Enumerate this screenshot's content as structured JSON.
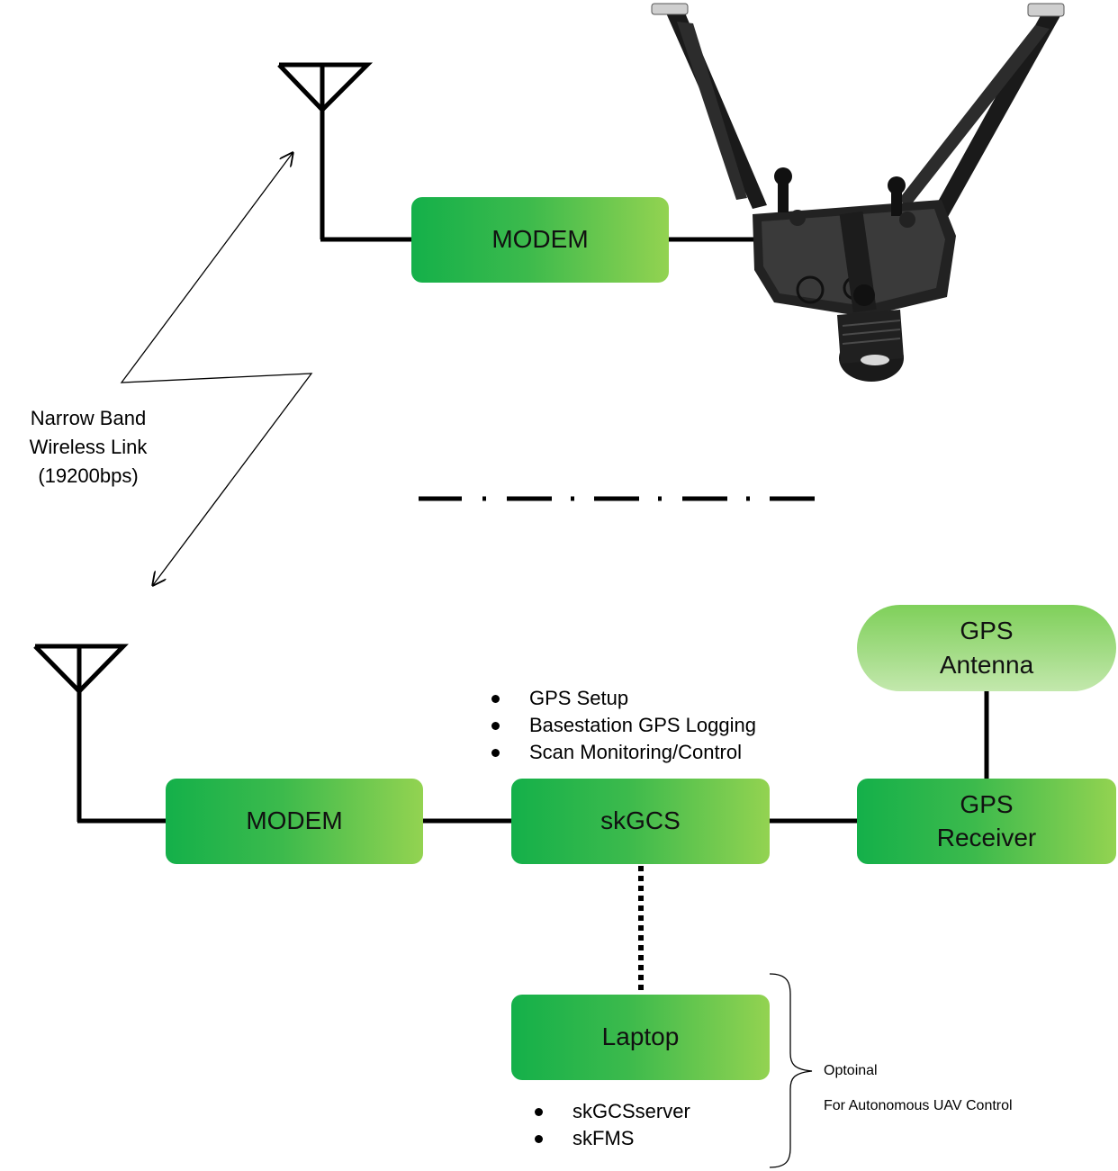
{
  "air": {
    "modem_label": "MODEM"
  },
  "link": {
    "line1": "Narrow Band",
    "line2": "Wireless Link",
    "line3": "(19200bps)"
  },
  "ground": {
    "modem_label": "MODEM",
    "gcs_label": "skGCS",
    "gcs_features": [
      "GPS Setup",
      "Basestation GPS Logging",
      "Scan Monitoring/Control"
    ],
    "gps_receiver_line1": "GPS",
    "gps_receiver_line2": "Receiver",
    "gps_antenna_line1": "GPS",
    "gps_antenna_line2": "Antenna",
    "laptop_label": "Laptop",
    "laptop_software": [
      "skGCSserver",
      "skFMS"
    ]
  },
  "optional": {
    "line1": "Optoinal",
    "line2": "For Autonomous UAV Control"
  },
  "colors": {
    "box_start": "#14b04a",
    "box_end": "#93d351",
    "oval_top": "#7fd05a",
    "oval_bottom": "#c3e8ad"
  }
}
